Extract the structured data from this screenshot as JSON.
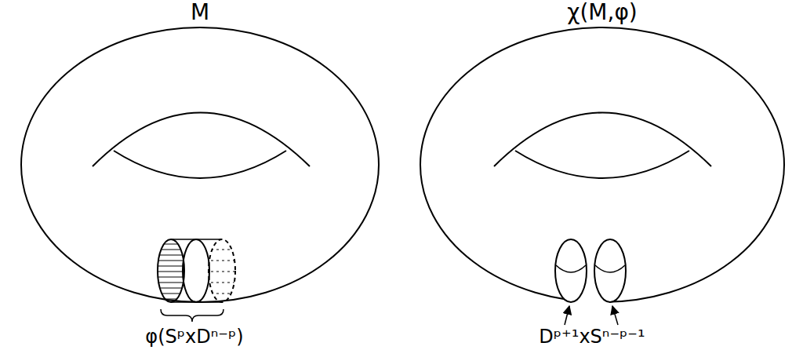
{
  "diagram": {
    "labels": [
      "M",
      "χ(M,φ)",
      "φ(SᵖxDⁿ⁻ᵖ)",
      "Dᵖ⁺¹xSⁿ⁻ᵖ⁻¹"
    ]
  }
}
